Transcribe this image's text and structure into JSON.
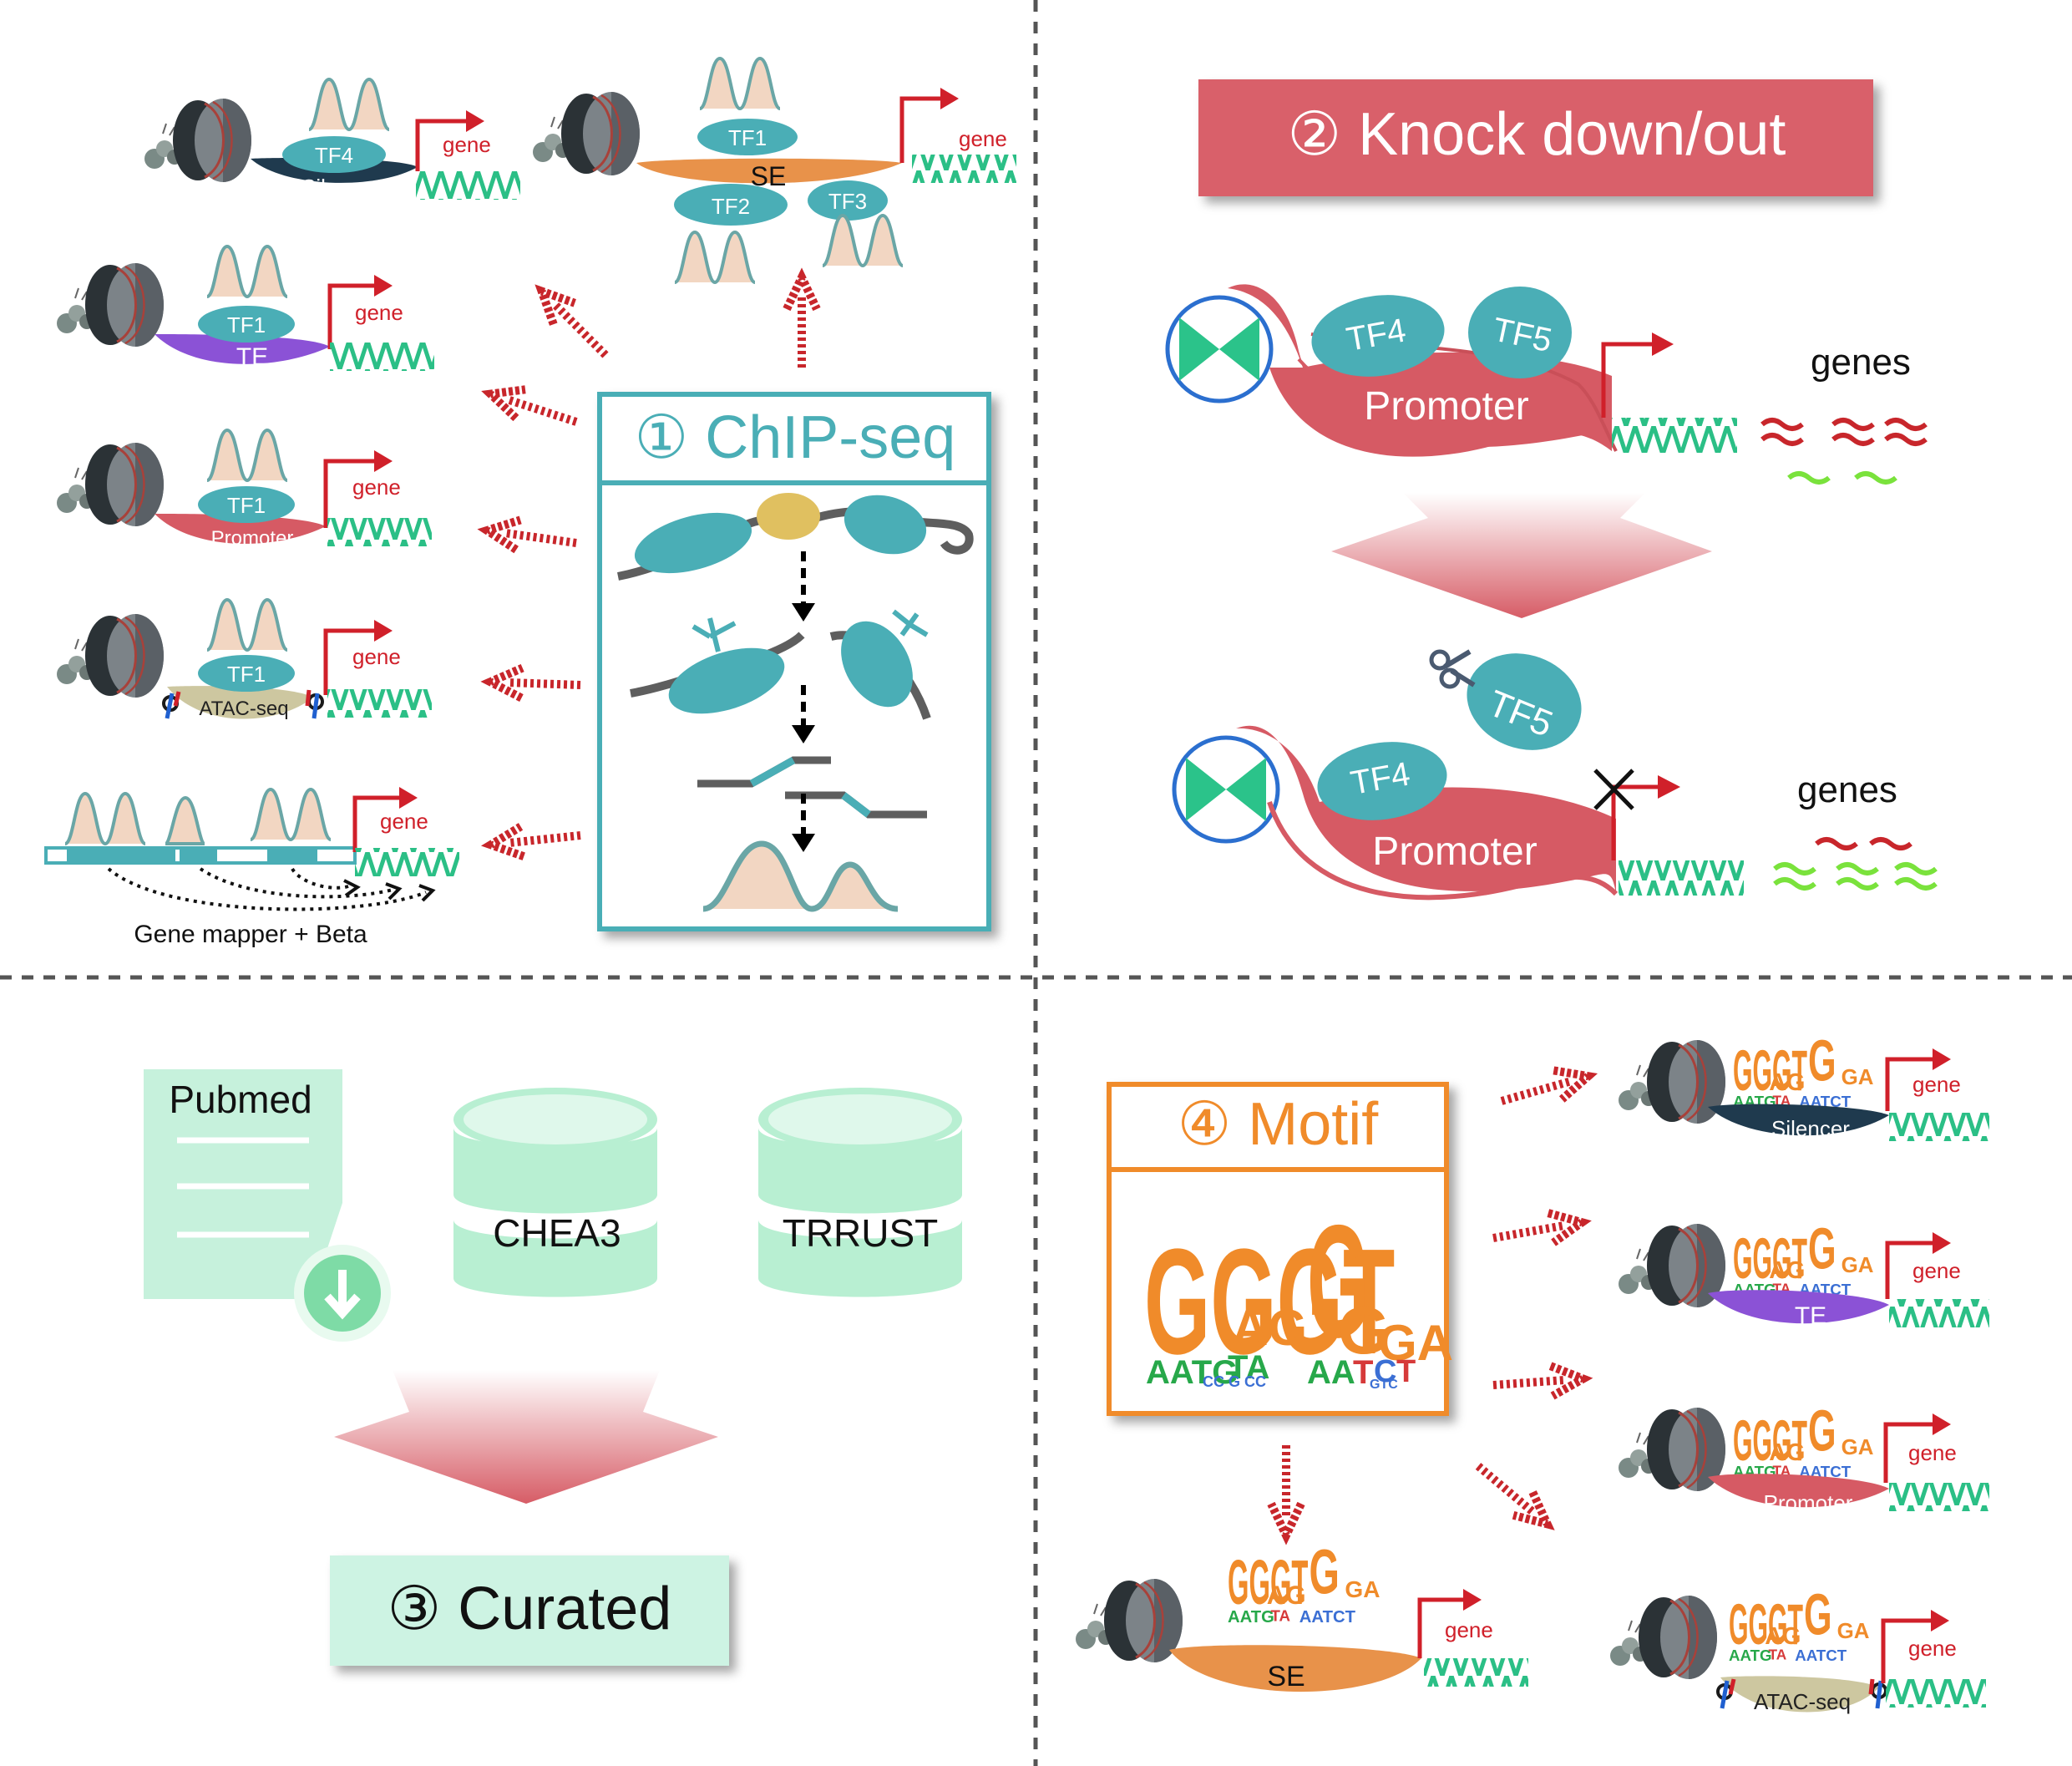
{
  "colors": {
    "divider": "#555555",
    "teal": "#4aaeb6",
    "teal_light": "#6cc3c7",
    "red_arrow": "#c8262b",
    "knock_banner": "#d9606a",
    "promoter": "#d65a64",
    "silencer": "#1f3a4e",
    "te": "#8b52d6",
    "se": "#e8924a",
    "atac": "#cdc7a0",
    "green_gene": "#2bbf86",
    "curated_bg": "#cdf3e3",
    "db_green": "#b8efd2",
    "motif_orange": "#f08b2a"
  },
  "panel1": {
    "title": "① ChIP-seq",
    "constructs": [
      {
        "tf": "TF4",
        "region": "Silencer",
        "gene": "gene"
      },
      {
        "tfs": [
          "TF1",
          "TF2",
          "TF3"
        ],
        "region": "SE",
        "gene": "gene"
      },
      {
        "tf": "TF1",
        "region": "TE",
        "gene": "gene"
      },
      {
        "tf": "TF1",
        "region": "Promoter",
        "gene": "gene"
      },
      {
        "tf": "TF1",
        "region": "ATAC-seq",
        "gene": "gene"
      }
    ],
    "mapper_gene": "gene",
    "mapper_caption": "Gene mapper +  Beta"
  },
  "panel2": {
    "title": "② Knock down/out",
    "before": {
      "tfs": [
        "TF4",
        "TF5"
      ],
      "region": "Promoter",
      "genes_label": "genes"
    },
    "after": {
      "tfs": [
        "TF4",
        "TF5"
      ],
      "region": "Promoter",
      "genes_label": "genes"
    }
  },
  "panel3": {
    "title": "③ Curated",
    "sources": [
      "Pubmed",
      "CHEA3",
      "TRRUST"
    ]
  },
  "panel4": {
    "title": "④ Motif",
    "constructs": [
      {
        "region": "Silencer",
        "gene": "gene"
      },
      {
        "region": "TE",
        "gene": "gene"
      },
      {
        "region": "Promoter",
        "gene": "gene"
      },
      {
        "region": "ATAC-seq",
        "gene": "gene"
      },
      {
        "region": "SE",
        "gene": "gene"
      }
    ]
  }
}
